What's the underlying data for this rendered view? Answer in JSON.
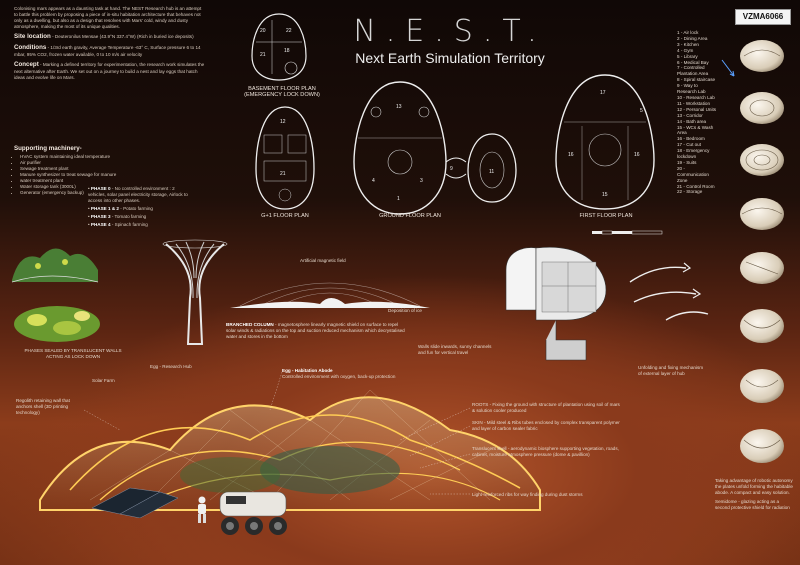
{
  "header": {
    "title": "N.E.S.T.",
    "subtitle": "Next Earth Simulation Territory",
    "code": "VZMA6066"
  },
  "intro": {
    "paragraph": "Colonising mars appears as a daunting task at hand. The NEST Research hub is an attempt to battle this problem by proposing a piece of in-situ habitation architecture that behaves not only as a dwelling, but also as a design that resolves with Mars' cold, windy and dusty atmosphere, making the most of its unique qualities.",
    "site_location_label": "Site location",
    "site_location_text": " - Deuteronilus Mensae (43.9°N 337.4°W) (Rich in buried ice deposits)",
    "conditions_label": "Conditions",
    "conditions_text": " - 1/3rd earth gravity, Average Temperature -63° C, Surface pressure 6 to 14 mbar, 95% CO2, frozen water available, 0 to 10 m/s air velocity",
    "concept_label": "Concept",
    "concept_text": " - Marking a defined territory for experimentation, the research work simulates the next alternative after Earth. We set out on a journey to build a nest and lay eggs that hatch ideas and evolve life on Mars."
  },
  "machinery": {
    "heading": "Supporting machinery-",
    "items": [
      "HVAC system maintaining ideal temperature",
      "Air purifier",
      "Sewage treatment plant",
      "Manure synthesizer to treat sewage for manure",
      "water treatment plant",
      "Water storage tank (3000L)",
      "Generator (emergency backup)"
    ]
  },
  "phases": [
    {
      "label": "PHASE 0",
      "text": " - No controlled environment : 2 vehicles, solar panel electricity storage, Airlock to access into other phases."
    },
    {
      "label": "PHASE 1 & 2",
      "text": " - Potato farming"
    },
    {
      "label": "PHASE 3",
      "text": " - Tomato farming"
    },
    {
      "label": "PHASE 4",
      "text": " - Spinach farming"
    }
  ],
  "plans": {
    "basement": "BASEMENT FLOOR PLAN\n(EMERGENCY LOCK DOWN)",
    "g1": "G+1 FLOOR PLAN",
    "ground": "GROUND FLOOR PLAN",
    "first": "FIRST FLOOR PLAN"
  },
  "legend": [
    "1 - Air lock",
    "2 - Dining Area",
    "3 - Kitchen",
    "4 - Gym",
    "5 - Library",
    "6 - Medical Bay",
    "7 - Controlled",
    "Plantation Area",
    "8 - Spiral staircase",
    "9 - Way to",
    "Research Lab",
    "10 - Research Lab",
    "11 - Workstation",
    "12 - Personal Units",
    "13 - Corridor",
    "14 - Bath area",
    "15 - WCs & Wash",
    "Area",
    "16 - Bedroom",
    "17 - Cut out",
    "18 - Emergency",
    "lockdown",
    "19 - Suits",
    "20 -",
    "Communication",
    "Zone",
    "21 - Control Room",
    "22 - Storage"
  ],
  "annotations": {
    "magnetic_field": "Artificial magnetic field",
    "deposition": "Deposition of ice",
    "branched_column_label": "BRANCHED COLUMN",
    "branched_column_text": " - magnetosphere linearly magnetic shield on surface to repel solar winds & radiations on the top and suction reduced mechanism which decrystalised water and stores in the bottom",
    "phases_sealed": "PHASES SEALED BY TRANSLUCENT WALLS\nACTING AS LOCK DOWN",
    "egg_research": "Egg - Research Hub",
    "solar_farm": "Solar Farm",
    "egg_habitation_label": "Egg - Habitation Abode",
    "egg_habitation_text": "Controlled environment with oxygen, back-up protection",
    "regolith": "Regolith retaining wall that anchors shell (3D printing technology)",
    "walls_slide": "Walls slide inwards, sunny channels and fun for vertical travel",
    "unfolding": "Unfolding and fixing mechanism of external layer of hub",
    "roots": "ROOTS - Fixing the ground with structure of plantation using soil of mars & solution cooler produced",
    "skin": "SKIN - Mild steel & Ribs tubes enclosed by complex transparent polymer and layer of carbon sealer fabric",
    "translucent": "Translucent shell - aerodynamic biosphere supporting vegetation, roads, cabinet, moisture atmosphere pressure (dome & pavillion)",
    "light_ribs": "Light-reinforced ribs for way finding during dust storms",
    "robotic": "Taking advantage of robotic autonomy the plates unfold forming the habitable abode. A compact and easy solution.",
    "semi_dome": "Semidome - glazing acting as a second protective shield for radiation"
  },
  "colors": {
    "mars_red": "#a94a22",
    "glow": "#ffcc55",
    "panel_dark": "#1a0c07"
  }
}
